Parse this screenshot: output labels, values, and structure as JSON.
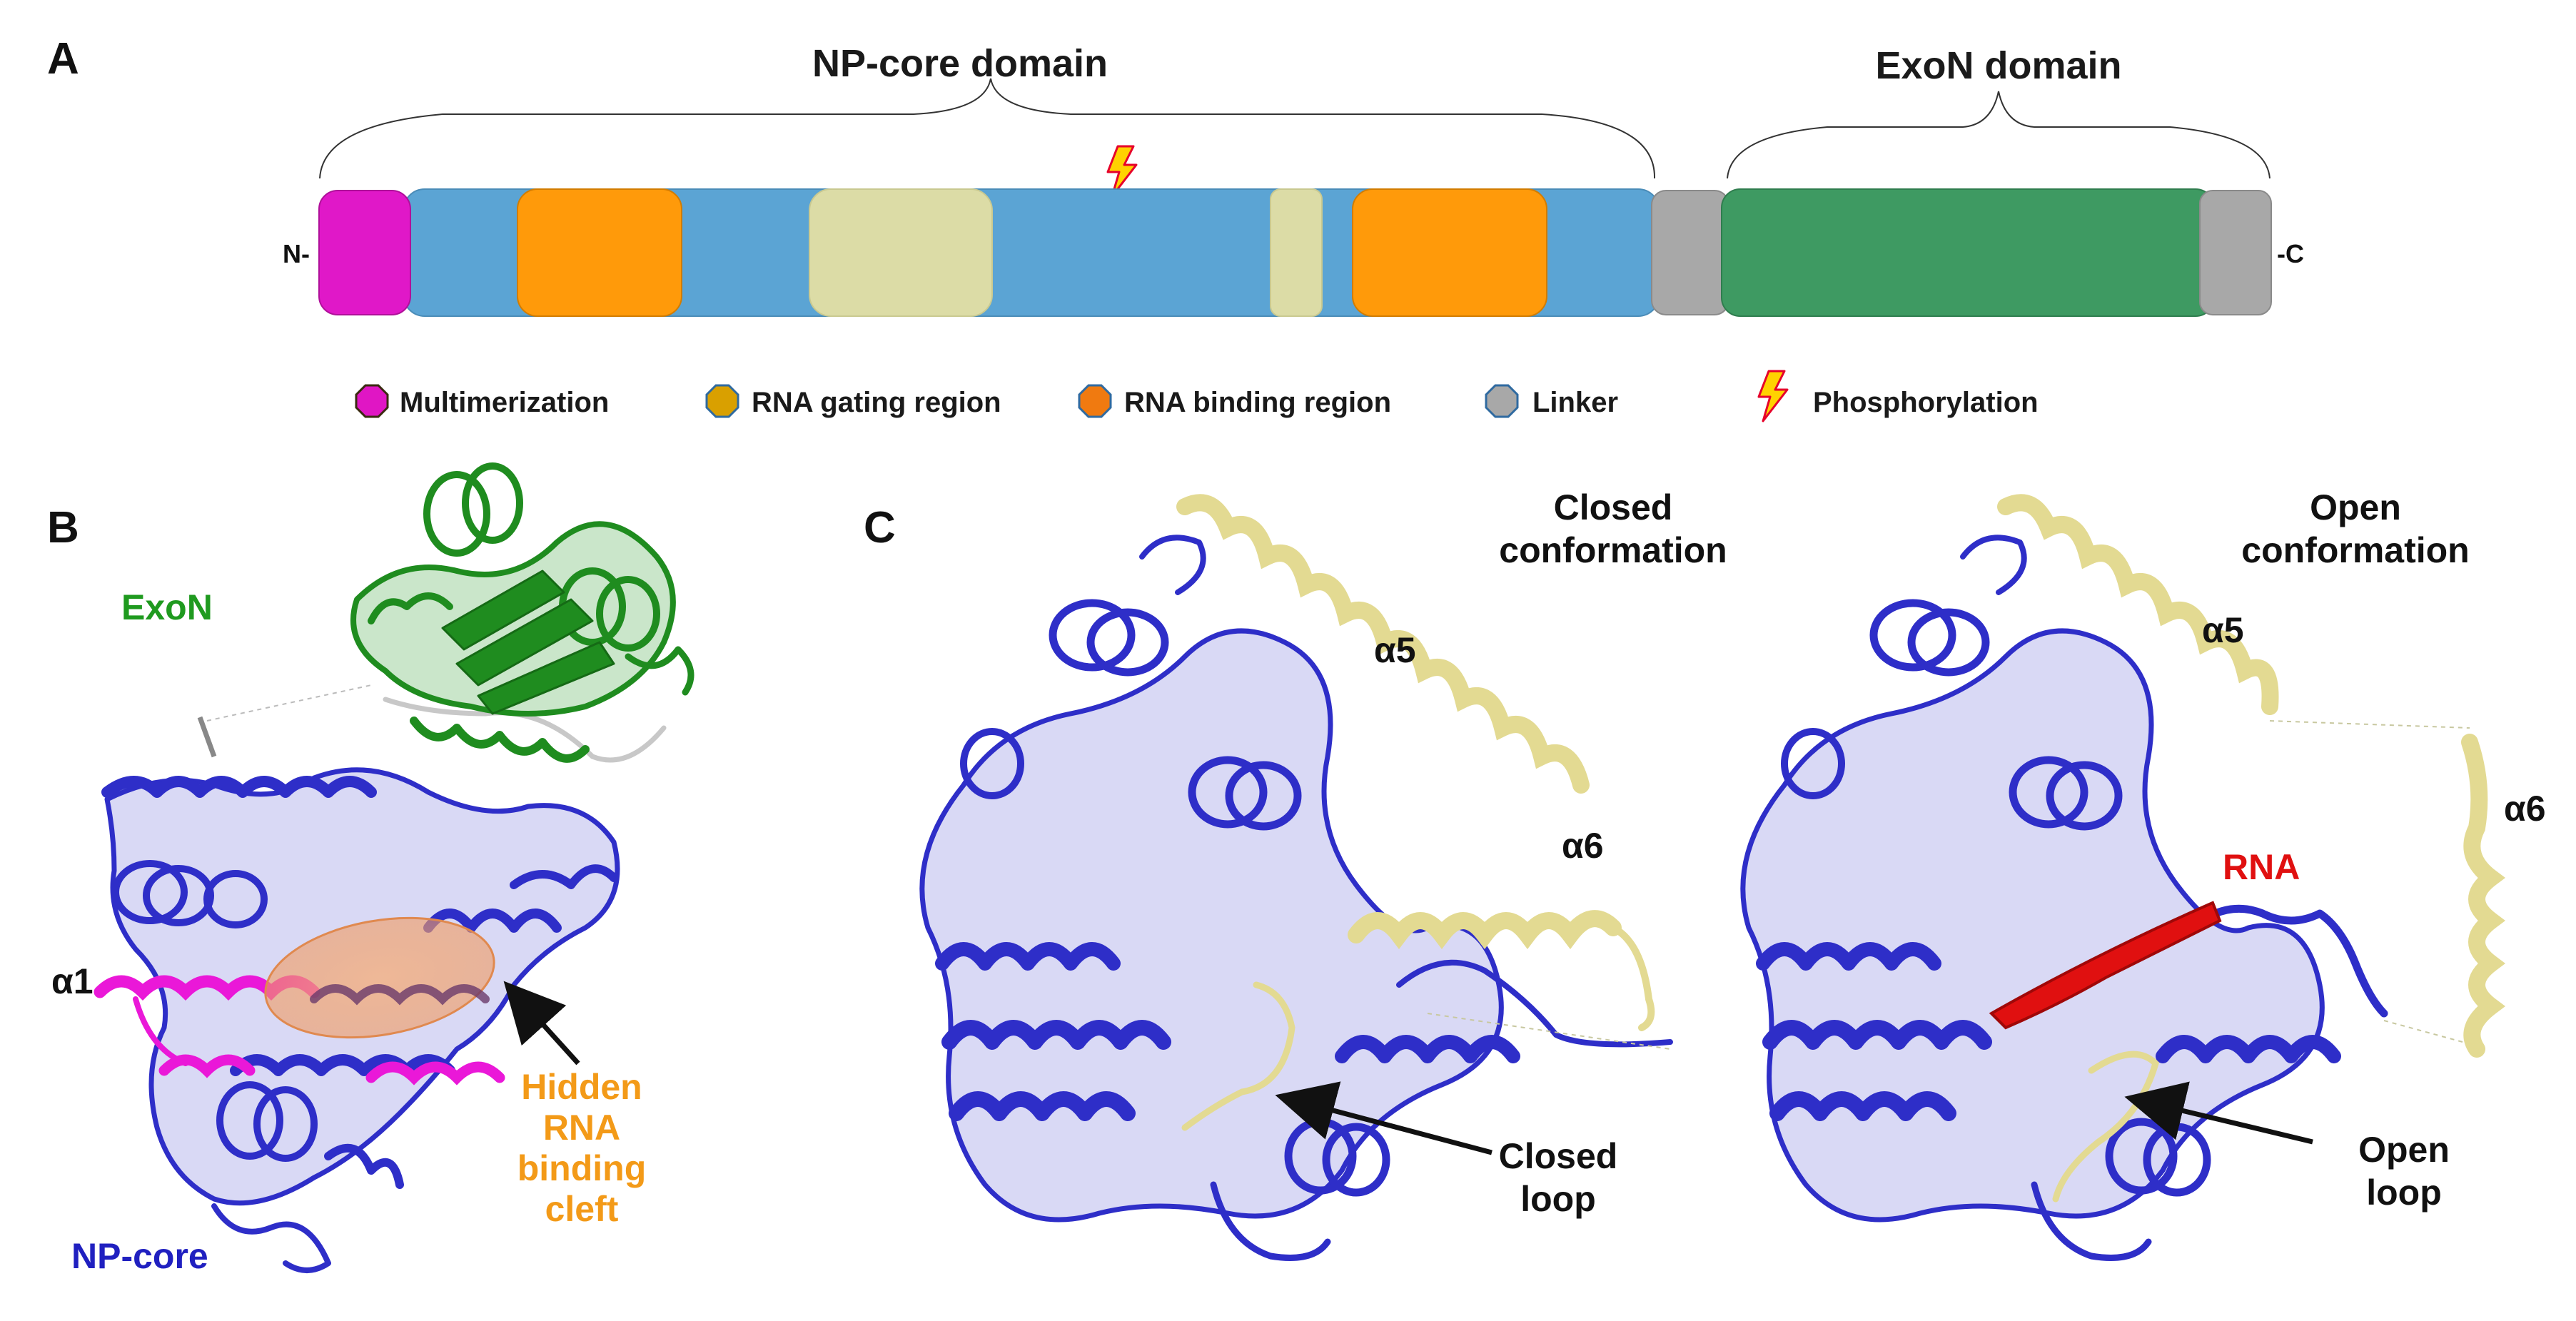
{
  "panels": {
    "a": "A",
    "b": "B",
    "c": "C"
  },
  "domain_map": {
    "np_core_label": "NP-core domain",
    "exon_label": "ExoN domain",
    "n_terminus": "N-",
    "c_terminus": "-C"
  },
  "legend": [
    {
      "label": "Multimerization",
      "color": "#e016c4"
    },
    {
      "label": "RNA gating region",
      "color": "#d9a000"
    },
    {
      "label": "RNA binding region",
      "color": "#f07a10"
    },
    {
      "label": "Linker",
      "color": "#a8a8a8"
    },
    {
      "label": "Phosphorylation",
      "color": "#f2e21a"
    }
  ],
  "colors": {
    "multimerization": "#e018c8",
    "np_core": "#5ba4d4",
    "rna_binding": "#ff9a0a",
    "rna_gating": "#dcdca6",
    "linker": "#a8a8a8",
    "exon": "#3e9a62",
    "structure_blue": "#2e2ec8",
    "structure_green": "#1f8c1f",
    "structure_magenta": "#ea18d8",
    "structure_khaki": "#e3da92",
    "rna_red": "#e01010",
    "cleft_orange": "#f0a070"
  },
  "panel_b": {
    "exon": "ExoN",
    "alpha1": "α1",
    "cleft": [
      "Hidden",
      "RNA",
      "binding",
      "cleft"
    ],
    "np_core": "NP-core"
  },
  "panel_c": {
    "closed": {
      "title": [
        "Closed",
        "conformation"
      ],
      "alpha5": "α5",
      "alpha6": "α6",
      "loop": [
        "Closed",
        "loop"
      ]
    },
    "open": {
      "title": [
        "Open",
        "conformation"
      ],
      "alpha5": "α5",
      "alpha6": "α6",
      "rna": "RNA",
      "loop": [
        "Open",
        "loop"
      ]
    }
  }
}
